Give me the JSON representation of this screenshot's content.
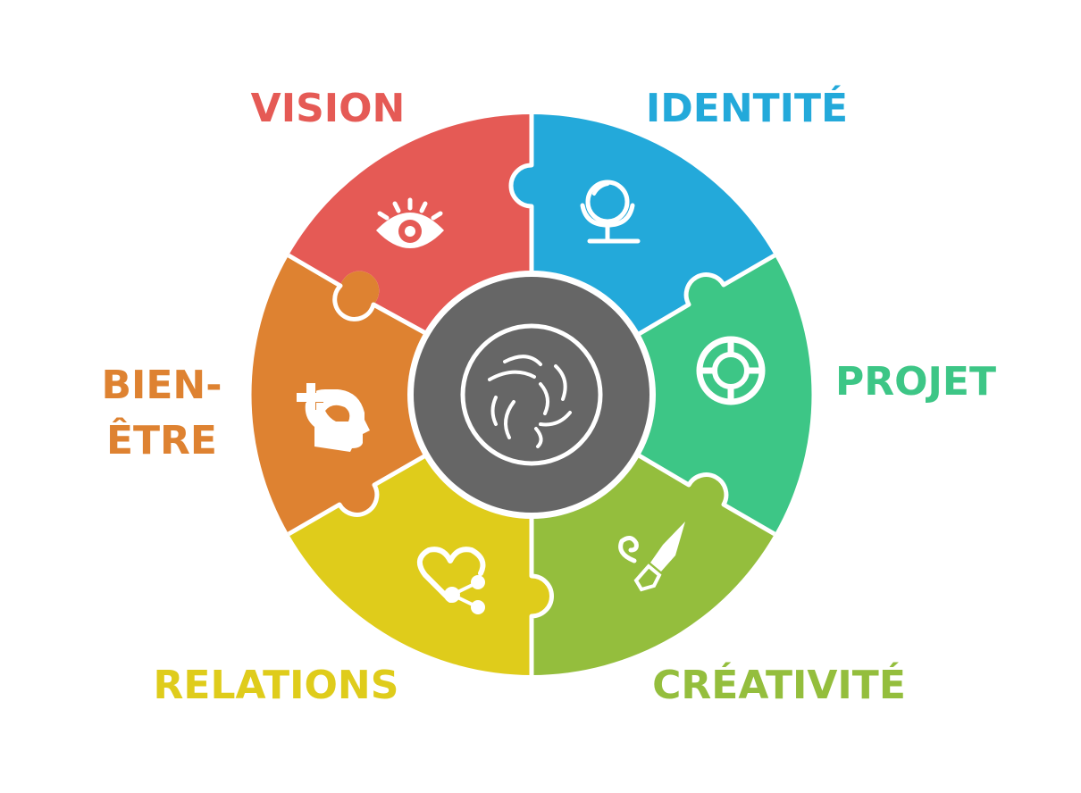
{
  "segments": [
    {
      "id": "vision",
      "label": "VISION",
      "color": "#E55A55",
      "icon": "eye-icon"
    },
    {
      "id": "identite",
      "label": "IDENTITÉ",
      "color": "#23A9DA",
      "icon": "mirror-icon"
    },
    {
      "id": "projet",
      "label": "PROJET",
      "color": "#3DC686",
      "icon": "target-icon"
    },
    {
      "id": "creativite",
      "label": "CRÉATIVITÉ",
      "color": "#94BE3D",
      "icon": "brush-icon"
    },
    {
      "id": "relations",
      "label": "RELATIONS",
      "color": "#DFCC1B",
      "icon": "heart-share-icon"
    },
    {
      "id": "bienetre",
      "label": "BIEN-ÊTRE",
      "label_lines": [
        "BIEN-",
        "ÊTRE"
      ],
      "color": "#DE8231",
      "icon": "head-plus-icon"
    }
  ],
  "center": {
    "color": "#666666",
    "icon": "spiral-icon"
  }
}
